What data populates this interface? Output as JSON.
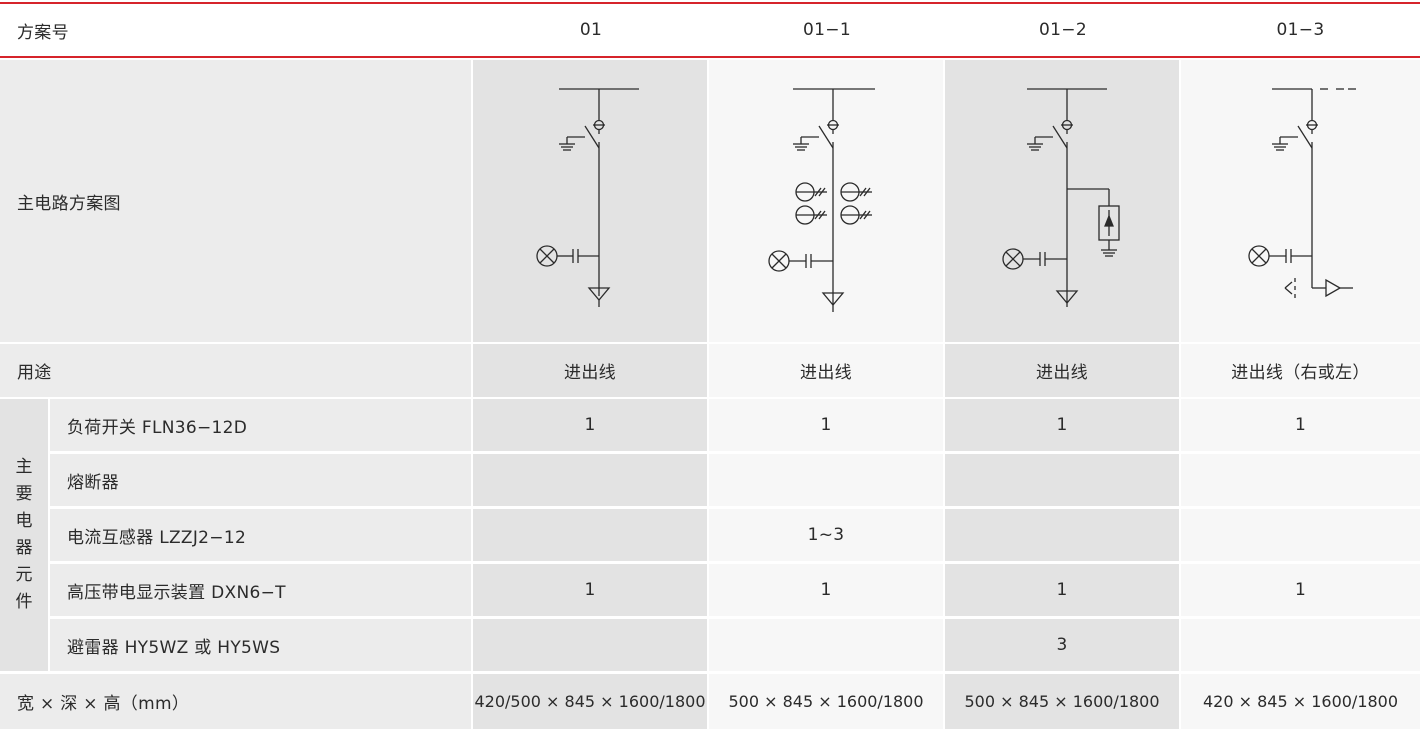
{
  "header": {
    "label": "方案号",
    "schemes": [
      "01",
      "01−1",
      "01−2",
      "01−3"
    ]
  },
  "diagram_row": {
    "label": "主电路方案图"
  },
  "usage_row": {
    "label": "用途",
    "values": [
      "进出线",
      "进出线",
      "进出线",
      "进出线（右或左）"
    ]
  },
  "components_group": {
    "label_chars": [
      "主",
      "要",
      "电",
      "器",
      "元",
      "件"
    ]
  },
  "components": [
    {
      "name": "负荷开关 FLN36−12D",
      "values": [
        "1",
        "1",
        "1",
        "1"
      ]
    },
    {
      "name": "熔断器",
      "values": [
        "",
        "",
        "",
        ""
      ]
    },
    {
      "name": "电流互感器 LZZJ2−12",
      "values": [
        "",
        "1~3",
        "",
        ""
      ]
    },
    {
      "name": "高压带电显示装置 DXN6−T",
      "values": [
        "1",
        "1",
        "1",
        "1"
      ]
    },
    {
      "name": "避雷器 HY5WZ 或 HY5WS",
      "values": [
        "",
        "",
        "3",
        ""
      ]
    }
  ],
  "dimensions_row": {
    "label": "宽 × 深 × 高（mm）",
    "values": [
      "420/500 × 845 × 1600/1800",
      "500 × 845 × 1600/1800",
      "500 × 845 × 1600/1800",
      "420 × 845 × 1600/1800"
    ]
  },
  "colors": {
    "accent_red": "#d6242b",
    "shade_dark": "#e3e3e3",
    "shade_light": "#ececec",
    "shade_white": "#f7f7f7",
    "line": "#2b2b2b"
  }
}
